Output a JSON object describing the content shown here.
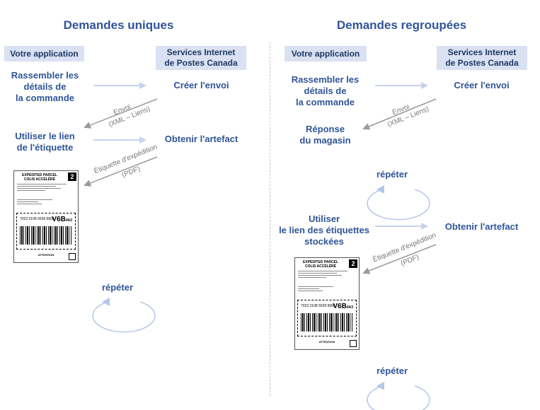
{
  "left": {
    "title": "Demandes uniques",
    "app_header": "Votre application",
    "service_header_line1": "Services Internet",
    "service_header_line2": "de Postes Canada",
    "step1_line1": "Rassembler les",
    "step1_line2": "détails de",
    "step1_line3": "la commande",
    "create_shipment": "Créer l'envoi",
    "envoi_label": "Envoi",
    "envoi_sub": "(XML – Liens)",
    "step2_line1": "Utiliser le lien",
    "step2_line2": "de l'étiquette",
    "get_artifact": "Obtenir l'artefact",
    "label_arrow": "Étiquette d'expédition",
    "label_sub": "(PDF)",
    "repeat": "répéter"
  },
  "right": {
    "title": "Demandes regroupées",
    "app_header": "Votre application",
    "service_header_line1": "Services Internet",
    "service_header_line2": "de Postes Canada",
    "step1_line1": "Rassembler les",
    "step1_line2": "détails de",
    "step1_line3": "la commande",
    "create_shipment": "Créer l'envoi",
    "envoi_label": "Envoi",
    "envoi_sub": "(XML – Liens)",
    "response_line1": "Réponse",
    "response_line2": "du magasin",
    "repeat1": "répéter",
    "step3_line1": "Utiliser",
    "step3_line2": "le lien des étiquettes",
    "step3_line3": "stockées",
    "get_artifact": "Obtenir l'artefact",
    "label_arrow": "Étiquette d'expédition",
    "label_sub": "(PDF)",
    "repeat2": "répéter"
  },
  "shipping_label": {
    "title_line1": "EXPEDITED PARCEL",
    "title_line2": "COLIS ACCÉLÉRÉ",
    "badge": "2",
    "tracking": "7023 2108 9339 9656",
    "brand": "V6B",
    "brand_suffix": "4A3",
    "attention": "ATTENTION"
  },
  "colors": {
    "title": "#2f5597",
    "header_bg": "#d9e1f2",
    "arrow_right": "#c5d3ea",
    "arrow_left": "#9a9a9a",
    "repeat_arc": "#b4c6e7"
  }
}
